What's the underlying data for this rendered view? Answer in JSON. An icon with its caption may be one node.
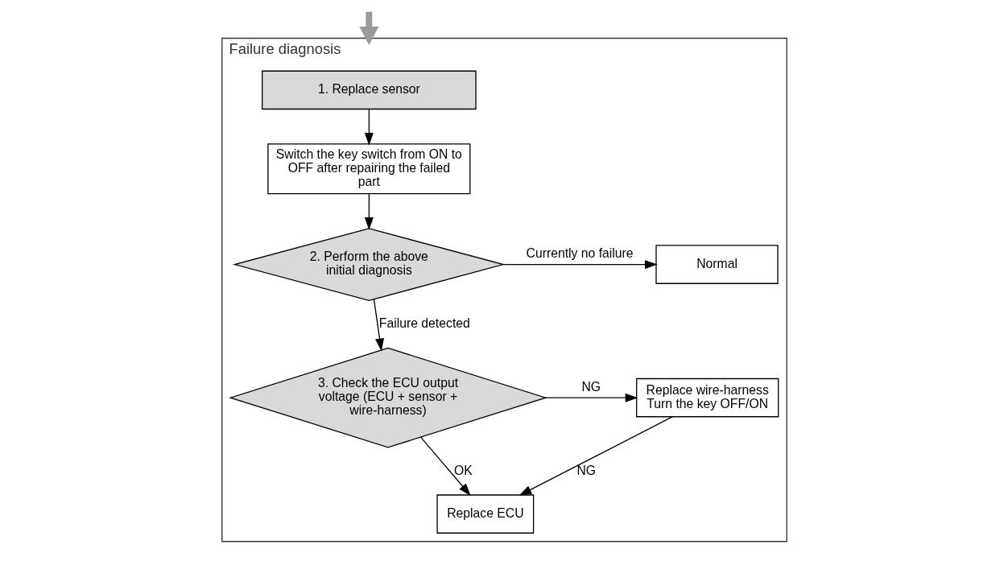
{
  "diagram": {
    "nodes": [
      {
        "text": [
          "Failure diagnosis"
        ]
      },
      {
        "text": [
          "1. Replace sensor"
        ],
        "in": 0
      },
      {
        "text": [
          "Switch the key switch from ON to OFF after repairing the failed part"
        ],
        "in": 0
      },
      {
        "text": [
          "2. Perform the above initial diagnosis"
        ],
        "in": 0
      },
      {
        "text": [
          "Normal"
        ],
        "in": 0
      },
      {
        "text": [
          "3. Check the ECU output voltage (ECU + sensor + wire-harness)"
        ],
        "in": 0
      },
      {
        "text": [
          "Replace wire-harness",
          "Turn the key OFF/ON"
        ],
        "in": 0
      },
      {
        "text": [
          "Replace ECU"
        ],
        "in": 0
      }
    ],
    "edges": [
      {
        "from": null,
        "to": 0,
        "arrow": "to",
        "style": "thick",
        "color": "#999999"
      },
      {
        "from": 1,
        "to": 2,
        "arrow": "to"
      },
      {
        "from": 2,
        "to": 3,
        "arrow": "to"
      },
      {
        "from": 3,
        "to": 4,
        "arrow": "to",
        "label": "Currently no failure"
      },
      {
        "from": 3,
        "to": 5,
        "arrow": "to",
        "label": "Failure detected"
      },
      {
        "from": 5,
        "to": 6,
        "arrow": "to",
        "label": "NG"
      },
      {
        "from": 6,
        "to": 7,
        "arrow": "to",
        "label": "NG"
      },
      {
        "from": 5,
        "to": 7,
        "arrow": "to",
        "label": "OK"
      }
    ]
  }
}
